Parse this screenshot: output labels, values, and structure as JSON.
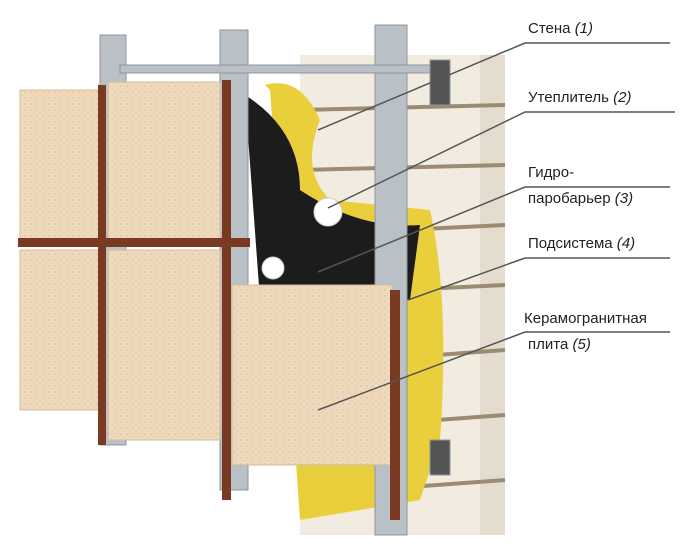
{
  "labels": [
    {
      "text": "Стена",
      "num": "(1)"
    },
    {
      "text": "Утеплитель",
      "num": "(2)"
    },
    {
      "line1": "Гидро-",
      "line2": "паробарьер",
      "num": "(3)"
    },
    {
      "text": "Подсистема",
      "num": "(4)"
    },
    {
      "line1": "Керамогранитная",
      "line2": "плита",
      "num": "(5)"
    }
  ],
  "colors": {
    "tile": "#efd9bd",
    "rail": "#7a3a22",
    "insulation": "#e9cf3c",
    "membrane": "#1c1c1c",
    "brick": "#f2ece0",
    "metal": "#b9c0c6"
  }
}
